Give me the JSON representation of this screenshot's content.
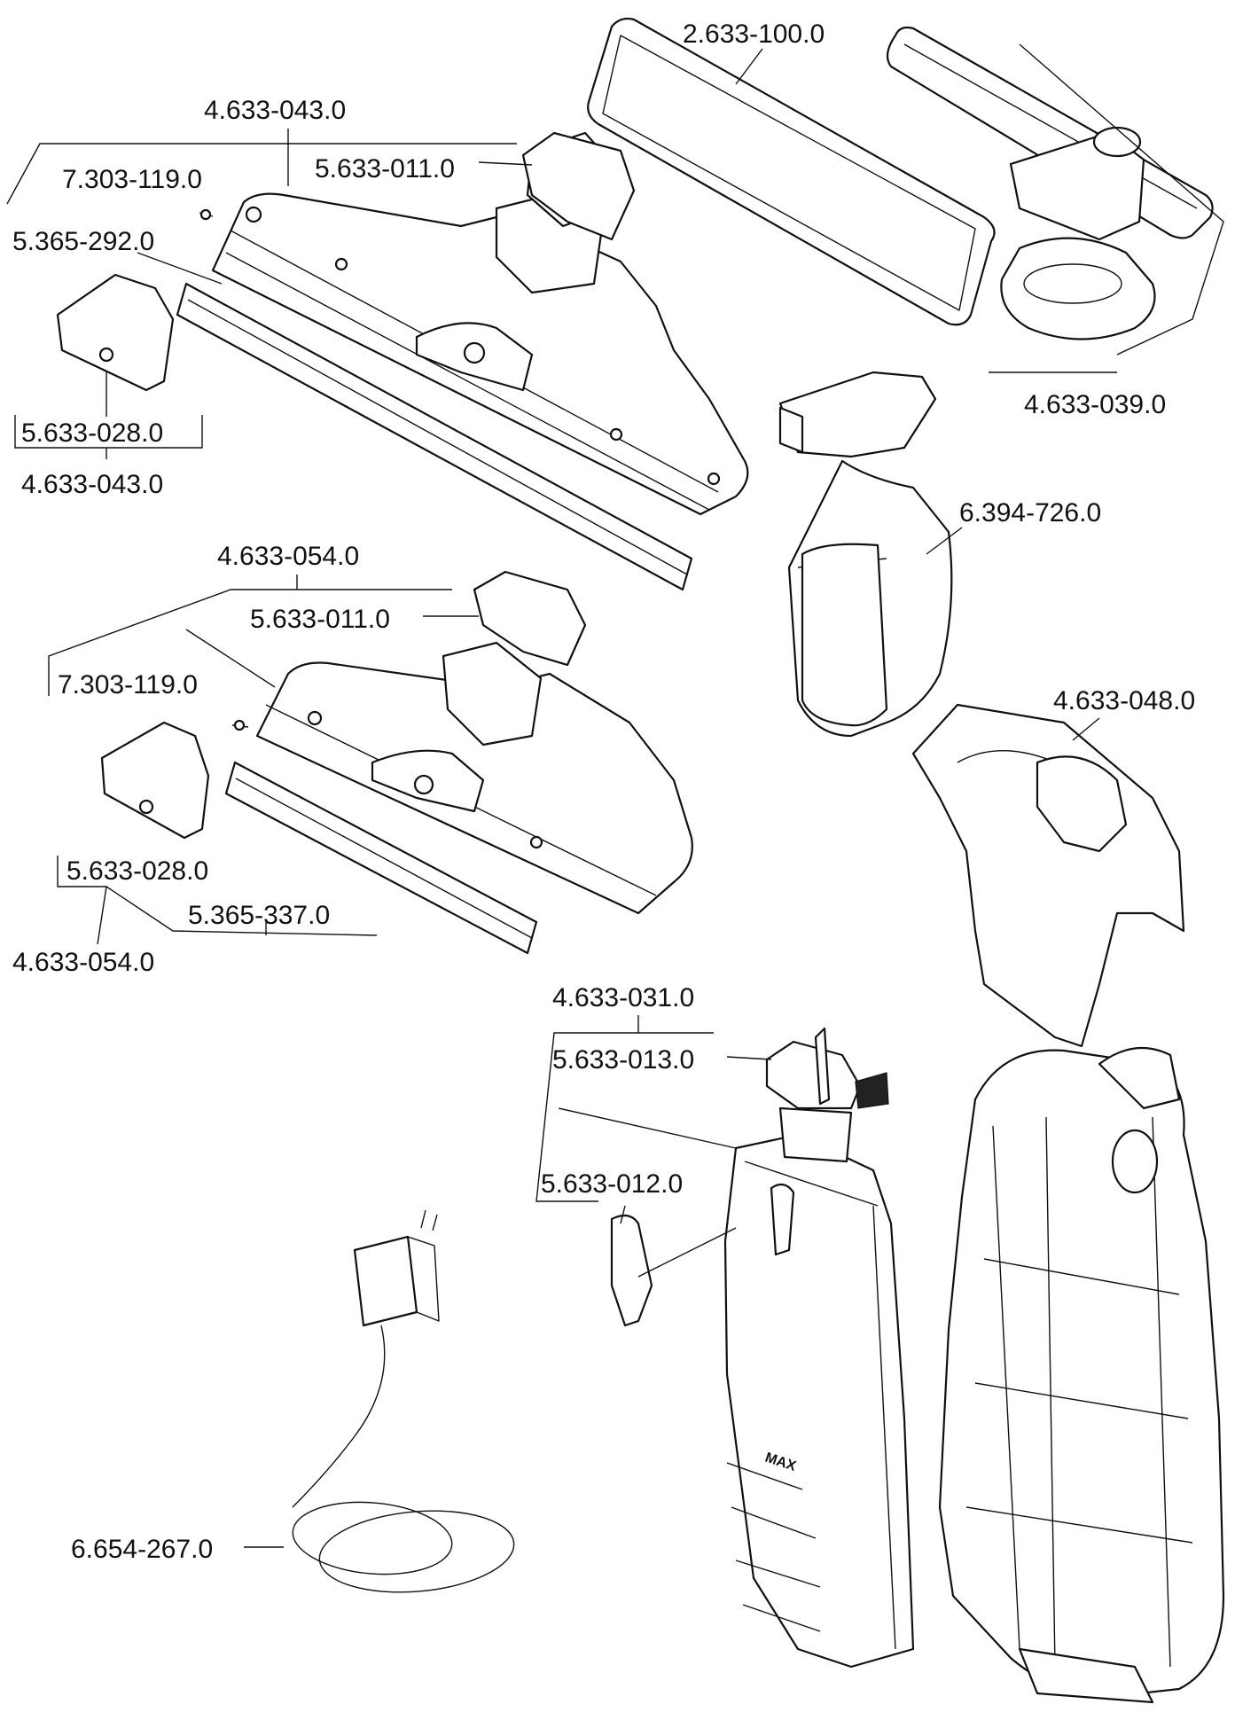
{
  "labels": {
    "l_2633_100": "2.633-100.0",
    "l_4633_043_top": "4.633-043.0",
    "l_5633_011_a": "5.633-011.0",
    "l_7303_119_a": "7.303-119.0",
    "l_5365_292": "5.365-292.0",
    "l_5633_028_a": "5.633-028.0",
    "l_4633_043_bot": "4.633-043.0",
    "l_4633_039": "4.633-039.0",
    "l_6394_726": "6.394-726.0",
    "l_4633_054_top": "4.633-054.0",
    "l_5633_011_b": "5.633-011.0",
    "l_7303_119_b": "7.303-119.0",
    "l_4633_048": "4.633-048.0",
    "l_5633_028_b": "5.633-028.0",
    "l_5365_337": "5.365-337.0",
    "l_4633_054_bot": "4.633-054.0",
    "l_4633_031": "4.633-031.0",
    "l_5633_013": "5.633-013.0",
    "l_5633_012": "5.633-012.0",
    "l_6654_267": "6.654-267.0",
    "max_mark": "MAX"
  }
}
